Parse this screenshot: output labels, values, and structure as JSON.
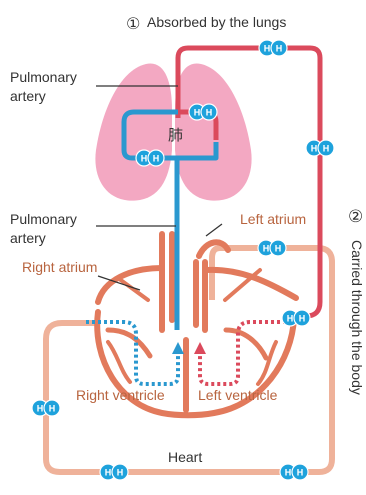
{
  "labels": {
    "absorbed_marker": "①",
    "absorbed": "Absorbed by the lungs",
    "pulmonary_artery_top_line1": "Pulmonary",
    "pulmonary_artery_top_line2": "artery",
    "lung_kanji": "肺",
    "pulmonary_artery_mid_line1": "Pulmonary",
    "pulmonary_artery_mid_line2": "artery",
    "left_atrium": "Left atrium",
    "right_atrium": "Right atrium",
    "right_ventricle": "Right ventricle",
    "left_ventricle": "Left ventricle",
    "heart": "Heart",
    "carried_marker": "②",
    "carried": "Carried through the body"
  },
  "molecule": {
    "atom_label": "H"
  },
  "colors": {
    "oxygen_vessel": "#db4a5c",
    "return_vessel": "#2a98cf",
    "body_loop": "#efb29a",
    "heart_wall": "#e27a5c",
    "lung_fill": "#f3a8c2",
    "molecule": "#1ea2dc"
  },
  "icons": [
    "hydrogen-molecule-icon",
    "flow-arrow-icon"
  ]
}
